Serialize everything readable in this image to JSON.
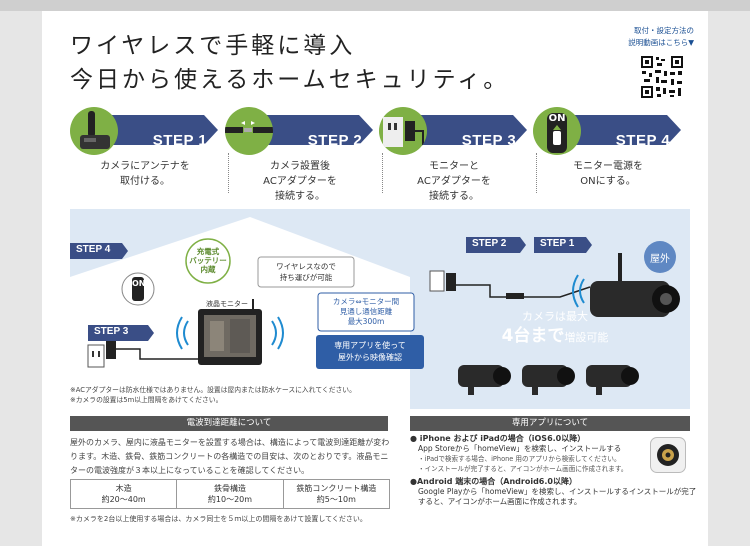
{
  "headline": {
    "line1": "ワイヤレスで手軽に導入",
    "line2": "今日から使えるホームセキュリティ。"
  },
  "qr_note": {
    "line1": "取付・設定方法の",
    "line2": "説明動画はこちら▼"
  },
  "steps": [
    {
      "label": "STEP 1",
      "desc1": "カメラにアンテナを",
      "desc2": "取付ける。",
      "desc3": ""
    },
    {
      "label": "STEP 2",
      "desc1": "カメラ設置後",
      "desc2": "ACアダプターを",
      "desc3": "接続する。"
    },
    {
      "label": "STEP 3",
      "desc1": "モニターと",
      "desc2": "ACアダプターを",
      "desc3": "接続する。"
    },
    {
      "label": "STEP 4",
      "desc1": "モニター電源を",
      "desc2": "ONにする。",
      "desc3": ""
    }
  ],
  "step4_on": "ON",
  "illustration": {
    "step4": "STEP 4",
    "step3": "STEP 3",
    "step2": "STEP 2",
    "step1": "STEP 1",
    "on": "ON",
    "battery1": "充電式",
    "battery2": "バッテリー",
    "battery3": "内蔵",
    "wireless1": "ワイヤレスなので",
    "wireless2": "持ち運びが可能",
    "monitor": "液晶モニター",
    "range1": "カメラ⇔モニター間",
    "range2": "見通し通信距離",
    "range3": "最大300m",
    "app1": "専用アプリを使って",
    "app2": "屋外から映像確認",
    "outdoor": "屋外",
    "cam_max": "カメラは最大",
    "cam_count": "4台まで",
    "cam_expand": "増設可能"
  },
  "warnings": {
    "w1": "※ACアダプターは防水仕様ではありません。設置は屋内または防水ケースに入れてください。",
    "w2": "※カメラの設置は5m以上間隔をあけてください。"
  },
  "range_section": {
    "title": "電波到達距離について",
    "body": "屋外のカメラ、屋内に液晶モニターを設置する場合は、構造によって電波到達距離が変わります。木造、鉄骨、鉄筋コンクリートの各構造での目安は、次のとおりです。液晶モニターの電波強度が３本以上になっていることを確認してください。",
    "table": [
      {
        "name": "木造",
        "dist": "約20〜40m"
      },
      {
        "name": "鉄骨構造",
        "dist": "約10〜20m"
      },
      {
        "name": "鉄筋コンクリート構造",
        "dist": "約5〜10m"
      }
    ],
    "note": "※カメラを2台以上使用する場合は、カメラ同士を５ｍ以上の間隔をあけて設置してください。"
  },
  "app_section": {
    "title": "専用アプリについて",
    "ios_head": "● iPhone および iPadの場合（iOS6.0以降）",
    "ios_line": "App Storeから「homeView」を検索し、インストールする",
    "ios_sub1": "・iPadで検索する場合、iPhone 用のアプリから検索してください。",
    "ios_sub2": "・インストールが完了すると、アイコンがホーム画面に作成されます。",
    "android_head": "●Android 端末の場合（Android6.0以降）",
    "android_line1": "Google Playから「homeView」を検索し、インストールするインストールが完了",
    "android_line2": "すると、アイコンがホーム画面に作成されます。"
  },
  "colors": {
    "navy": "#3a4e86",
    "green": "#7fb045",
    "light_blue": "#dde8f4",
    "callout_blue": "#2f5ea6"
  }
}
